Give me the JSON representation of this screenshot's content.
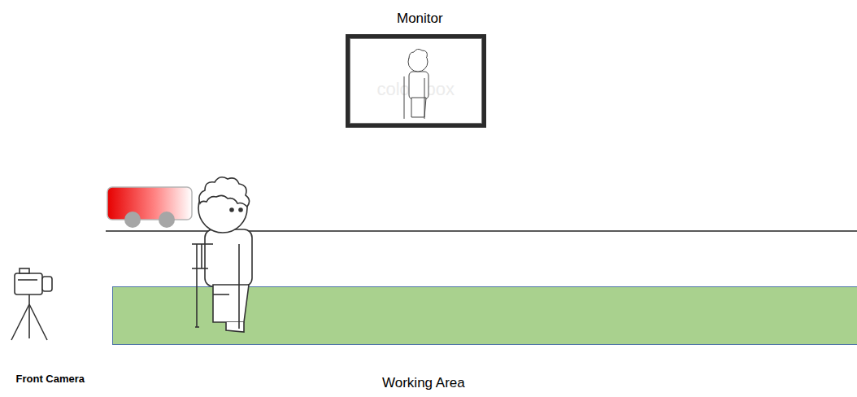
{
  "diagram": {
    "nodes": [
      {
        "text": [
          "Monitor"
        ]
      },
      {
        "text": [
          "Working Area"
        ]
      }
    ],
    "labels": [
      "colourbox",
      "Front Camera"
    ]
  }
}
